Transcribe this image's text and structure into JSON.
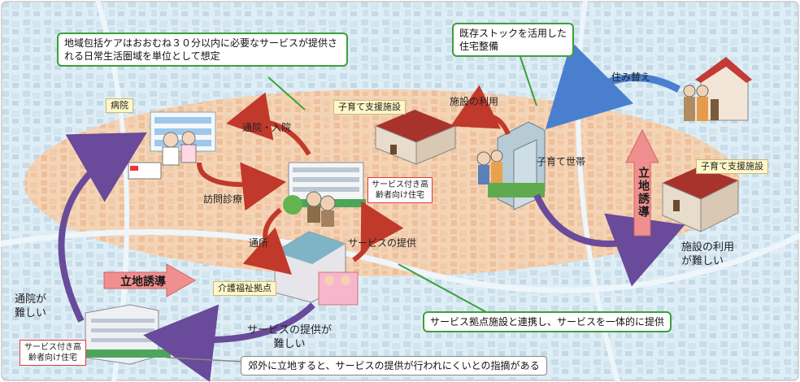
{
  "callouts": {
    "top_note": "地域包括ケアはおおむね３０分以内に必要なサービスが提供される日常生活圏域を単位として想定",
    "existing_stock": "既存ストックを活用した住宅整備",
    "integrated_service": "サービス拠点施設と連携し、サービスを一体的に提供",
    "suburb_note": "郊外に立地すると、サービスの提供が行われにくいとの指摘がある"
  },
  "labels": {
    "hospital": "病院",
    "childcare_center": "子育て支援施設",
    "childcare_center_right": "子育て支援施設",
    "care_base": "介護福祉拠点",
    "sakoju_center": "サービス付き高齢者向け住宅",
    "sakoju_suburb": "サービス付き高齢者向け住宅"
  },
  "flows": {
    "visit_hospital": "通院・入院",
    "home_visit": "訪問診療",
    "day_care": "通所",
    "service_provision": "サービスの提供",
    "facility_use": "施設の利用",
    "relocation": "住み替え",
    "child_household": "子育て世帯",
    "facility_use_hard": "施設の利用が難しい",
    "visit_hard": "通院が難しい",
    "service_hard": "サービスの提供が難しい"
  },
  "banners": {
    "location_guidance_left": "立地誘導",
    "location_guidance_right": "立地誘導"
  },
  "colors": {
    "area_fill": "#f3c7a2",
    "arrow_red": "#c0392b",
    "arrow_purple": "#6a4a9a",
    "arrow_blue": "#4a7fd0",
    "callout_green": "#3aa13a",
    "banner_pink": "#f08f8f"
  }
}
